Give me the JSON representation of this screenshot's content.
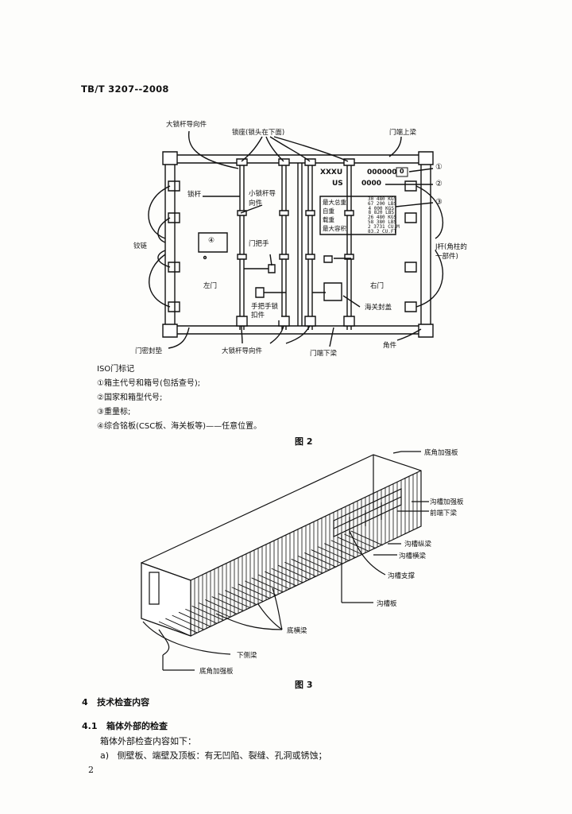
{
  "header": {
    "doc_number": "TB/T 3207--2008"
  },
  "figure2": {
    "callouts": {
      "big_lock_guide_top": "大锁杆导向件",
      "lock_seat": "锁座(锁头在下面)",
      "door_top_beam": "门端上梁",
      "lock_rod": "锁杆",
      "small_lock_guide": "小锁杆导向件",
      "hinge": "铰链",
      "door_handle": "门把手",
      "j_bar": "J杆(角柱的一部件)",
      "left_door": "左门",
      "right_door": "右门",
      "handle_lock": "手把手锁扣件",
      "customs_seal": "海关封盖",
      "door_gasket": "门密封垫",
      "big_lock_guide_bottom": "大锁杆导向件",
      "door_bottom_beam": "门端下梁",
      "corner_fitting": "角件",
      "plate_number": "④",
      "circle_1": "①",
      "circle_2": "②",
      "circle_3": "③"
    },
    "markings": {
      "owner_code": "XXXU",
      "serial": "000000",
      "check_digit": "0",
      "country": "US",
      "type_code": "0000",
      "weight_labels": [
        "最大总重",
        "自重",
        "载重",
        "最大容积"
      ],
      "weight_values": [
        "30 480 KGS",
        "67 200 LBS",
        "4 000 KGS",
        "8 820 LBS",
        "26 480 KGS",
        "58 380 LBS",
        "2 3731 CU.M",
        "83.2 CU.FT"
      ]
    },
    "legend": [
      "ISO门标记",
      "①箱主代号和箱号(包括查号);",
      "②国家和箱型代号;",
      "③重量标;",
      "④综合铭板(CSC板、海关板等)——任意位置。"
    ],
    "caption": "图 2"
  },
  "figure3": {
    "labels": {
      "bottom_corner_plate_top": "底角加强板",
      "gooseneck_plate": "沟槽加强板",
      "front_bottom_beam": "前端下梁",
      "gooseneck_rail": "沟槽纵梁",
      "gooseneck_crossmember": "沟槽横梁",
      "gooseneck_support": "沟槽支撑",
      "gooseneck_floor": "沟槽板",
      "crossmember": "底横梁",
      "bottom_side_rail": "下侧梁",
      "bottom_corner_plate_bottom": "底角加强板"
    },
    "caption": "图 3"
  },
  "section": {
    "heading": "4   技术检查内容",
    "sub_heading": "4.1   箱体外部的检查",
    "intro": "箱体外部检查内容如下：",
    "item_a": "a)   侧壁板、端壁及顶板：有无凹陷、裂缝、孔洞或锈蚀；"
  },
  "page_number": "2"
}
